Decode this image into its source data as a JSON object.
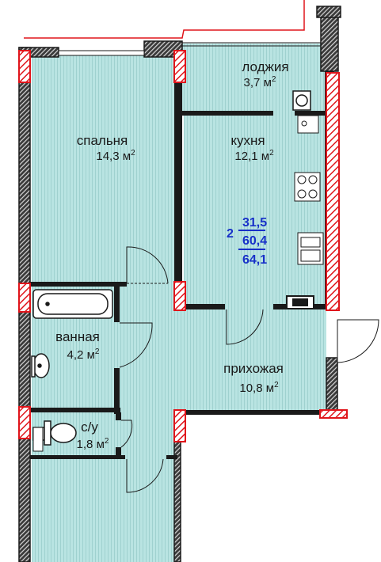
{
  "rooms": {
    "loggia": {
      "name": "лоджия",
      "area": "3,7",
      "unit": "м",
      "power": "2"
    },
    "bedroom": {
      "name": "спальня",
      "area": "14,3",
      "unit": "м",
      "power": "2"
    },
    "kitchen": {
      "name": "кухня",
      "area": "12,1",
      "unit": "м",
      "power": "2"
    },
    "bathroom": {
      "name": "ванная",
      "area": "4,2",
      "unit": "м",
      "power": "2"
    },
    "hallway": {
      "name": "прихожая",
      "area": "10,8",
      "unit": "м",
      "power": "2"
    },
    "wc": {
      "name": "с/у",
      "area": "1,8",
      "unit": "м",
      "power": "2"
    }
  },
  "apartment": {
    "rooms_count": "2",
    "living_area": "31,5",
    "total_area": "60,4",
    "total_area_with_loggia": "64,1"
  },
  "colors": {
    "floor": "#b9e4e2",
    "floor_stripe": "#9fd1cf",
    "wall": "#1a1a1a",
    "column_fill": "#ffffff",
    "column_outline": "#e0151b",
    "summary_text": "#1730c8"
  }
}
